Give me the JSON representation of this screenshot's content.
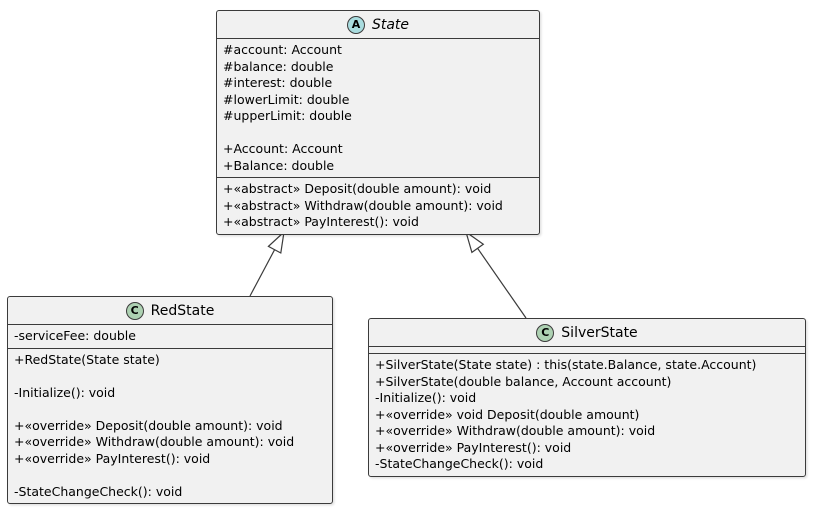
{
  "diagram": {
    "type": "uml-class-diagram",
    "colors": {
      "background": "#FFFFFF",
      "box_fill": "#F1F1F1",
      "border": "#3b3b3b",
      "abstract_circle_fill": "#A9DCDF",
      "class_circle_fill": "#ADD1B2",
      "arrowhead_fill": "#FFFFFF"
    },
    "classes": [
      {
        "name": "State",
        "stereotype_letter": "A",
        "stereotype": "abstract class",
        "fields": [
          "#account: Account",
          "#balance: double",
          "#interest: double",
          "#lowerLimit: double",
          "#upperLimit: double",
          "",
          "+Account: Account",
          "+Balance: double"
        ],
        "methods": [
          "+«abstract» Deposit(double amount): void",
          "+«abstract» Withdraw(double amount): void",
          "+«abstract» PayInterest(): void"
        ]
      },
      {
        "name": "RedState",
        "stereotype_letter": "C",
        "stereotype": "class",
        "fields": [
          "-serviceFee: double"
        ],
        "methods": [
          "+RedState(State state)",
          "",
          "-Initialize(): void",
          "",
          "+«override» Deposit(double amount): void",
          "+«override» Withdraw(double amount): void",
          "+«override» PayInterest(): void",
          "",
          "-StateChangeCheck(): void"
        ]
      },
      {
        "name": "SilverState",
        "stereotype_letter": "C",
        "stereotype": "class",
        "fields": [],
        "methods": [
          "+SilverState(State state) : this(state.Balance, state.Account)",
          "+SilverState(double balance, Account account)",
          "-Initialize(): void",
          "+«override» void Deposit(double amount)",
          "+«override» Withdraw(double amount): void",
          "+«override» PayInterest(): void",
          "-StateChangeCheck(): void"
        ]
      }
    ],
    "relations": [
      {
        "from": "RedState",
        "to": "State",
        "type": "extends"
      },
      {
        "from": "SilverState",
        "to": "State",
        "type": "extends"
      }
    ]
  }
}
